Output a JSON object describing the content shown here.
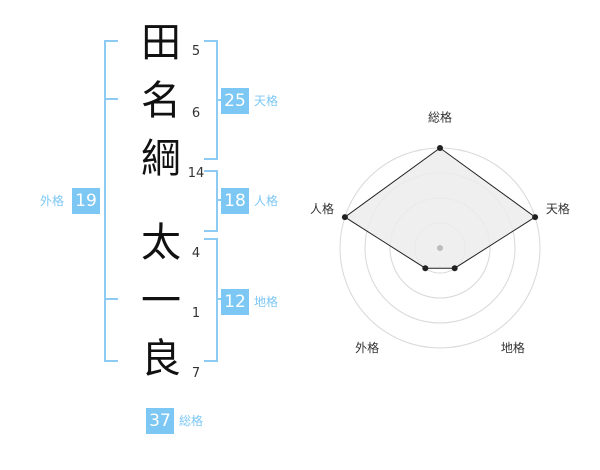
{
  "name_chars": [
    {
      "char": "田",
      "strokes": "5"
    },
    {
      "char": "名",
      "strokes": "6"
    },
    {
      "char": "綱",
      "strokes": "14"
    },
    {
      "char": "太",
      "strokes": "4"
    },
    {
      "char": "一",
      "strokes": "1"
    },
    {
      "char": "良",
      "strokes": "7"
    }
  ],
  "kakusu": {
    "tenkaku": {
      "value": "25",
      "label": "天格"
    },
    "jinkaku": {
      "value": "18",
      "label": "人格"
    },
    "chikaku": {
      "value": "12",
      "label": "地格"
    },
    "gaikaku": {
      "value": "19",
      "label": "外格"
    },
    "soukaku": {
      "value": "37",
      "label": "総格"
    }
  },
  "chart_data": {
    "type": "radar",
    "axes": [
      "総格",
      "天格",
      "地格",
      "外格",
      "人格"
    ],
    "values": [
      4,
      4,
      1,
      1,
      4
    ],
    "max": 4,
    "grid_rings": 4,
    "colors": {
      "fill": "#ececec",
      "line": "#222222",
      "grid": "#d8d8d8",
      "center": "#bbbbbb"
    }
  }
}
